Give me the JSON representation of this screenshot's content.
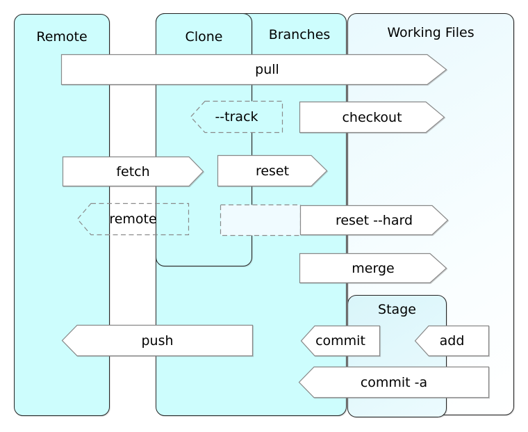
{
  "diagram": {
    "description": "git data flow diagram",
    "colors": {
      "area_fill": "#cdfdfd",
      "working_files_fill": "#f0fbff",
      "stage_fill": "#def7fb",
      "arrow_fill": "#ffffff",
      "arrow_border": "#888888",
      "box_border": "#222222",
      "text": "#000000"
    }
  },
  "boxes": {
    "remote": {
      "label": "Remote"
    },
    "clone": {
      "label": "Clone"
    },
    "branches": {
      "label": "Branches"
    },
    "working_files": {
      "label": "Working Files"
    },
    "stage": {
      "label": "Stage"
    }
  },
  "arrows": {
    "pull": {
      "label": "pull",
      "direction": "right",
      "style": "solid"
    },
    "track": {
      "label": "--track",
      "direction": "left",
      "style": "dashed"
    },
    "checkout": {
      "label": "checkout",
      "direction": "right",
      "style": "solid"
    },
    "fetch": {
      "label": "fetch",
      "direction": "right",
      "style": "solid"
    },
    "reset": {
      "label": "reset",
      "direction": "right",
      "style": "solid"
    },
    "remote": {
      "label": "remote",
      "direction": "left",
      "style": "dashed"
    },
    "reset_hard": {
      "label": "reset --hard",
      "direction": "right",
      "style": "solid"
    },
    "merge": {
      "label": "merge",
      "direction": "right",
      "style": "solid"
    },
    "push": {
      "label": "push",
      "direction": "left",
      "style": "solid"
    },
    "commit": {
      "label": "commit",
      "direction": "left",
      "style": "solid"
    },
    "add": {
      "label": "add",
      "direction": "left",
      "style": "solid"
    },
    "commit_a": {
      "label": "commit -a",
      "direction": "left",
      "style": "solid"
    }
  }
}
